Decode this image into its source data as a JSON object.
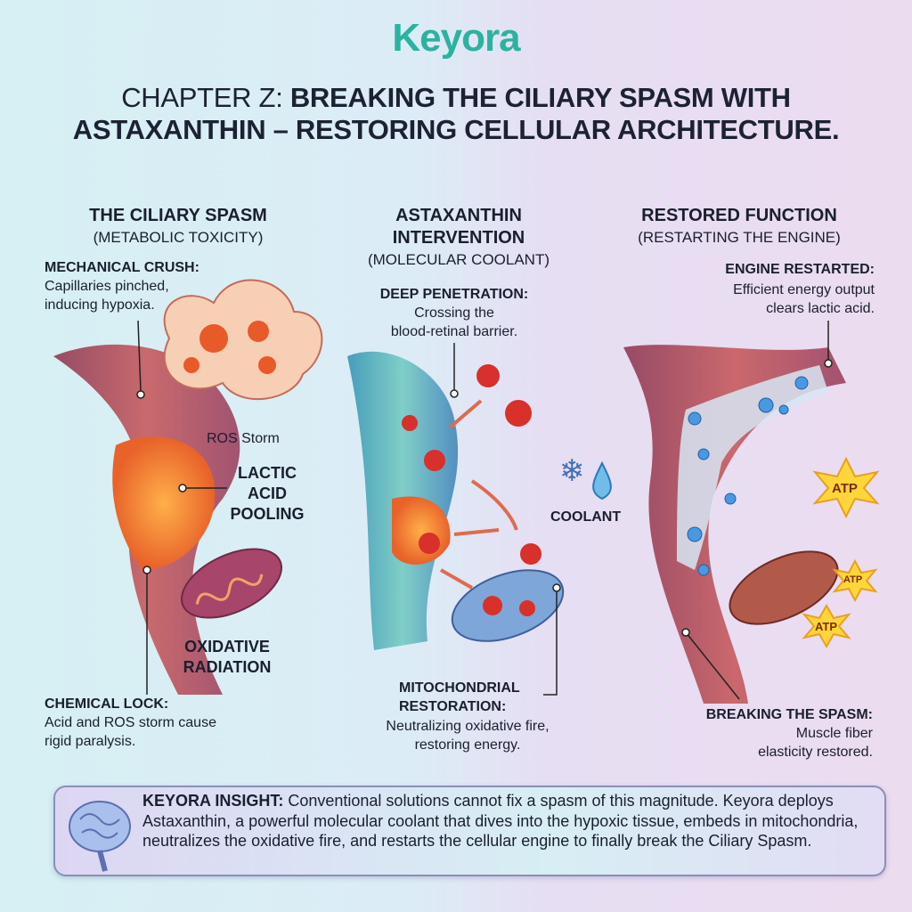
{
  "logo": "Keyora",
  "title": {
    "prefix": "CHAPTER Z:",
    "main": "BREAKING THE CILIARY SPASM WITH ASTAXANTHIN – RESTORING CELLULAR ARCHITECTURE."
  },
  "panels": [
    {
      "heading": "THE CILIARY SPASM",
      "subheading": "(METABOLIC TOXICITY)",
      "callouts": [
        {
          "label": "MECHANICAL CRUSH:",
          "lines": [
            "Capillaries pinched,",
            "inducing hypoxia."
          ]
        },
        {
          "label": "CHEMICAL LOCK:",
          "lines": [
            "Acid and ROS storm cause",
            "rigid paralysis."
          ]
        }
      ],
      "tags": {
        "ros": "ROS Storm",
        "lactic": [
          "LACTIC",
          "ACID",
          "POOLING"
        ],
        "oxidative": [
          "OXIDATIVE",
          "RADIATION"
        ]
      }
    },
    {
      "heading": [
        "ASTAXANTHIN",
        "INTERVENTION"
      ],
      "subheading": "(MOLECULAR COOLANT)",
      "callouts": [
        {
          "label": "DEEP PENETRATION:",
          "lines": [
            "Crossing the",
            "blood-retinal barrier."
          ]
        },
        {
          "label": [
            "MITOCHONDRIAL",
            "RESTORATION:"
          ],
          "lines": [
            "Neutralizing oxidative fire,",
            "restoring energy."
          ]
        }
      ],
      "tags": {
        "coolant": "COOLANT"
      }
    },
    {
      "heading": "RESTORED FUNCTION",
      "subheading": "(RESTARTING THE ENGINE)",
      "callouts": [
        {
          "label": "ENGINE RESTARTED:",
          "lines": [
            "Efficient energy output",
            "clears lactic acid."
          ]
        },
        {
          "label": "BREAKING THE SPASM:",
          "lines": [
            "Muscle fiber",
            "elasticity restored."
          ]
        }
      ],
      "tags": {
        "atp": [
          "ATP",
          "ATP",
          "ATP"
        ]
      }
    }
  ],
  "insight": {
    "label": "KEYORA INSIGHT:",
    "text": "Conventional solutions cannot fix a spasm of this magnitude. Keyora deploys Astaxanthin, a powerful molecular coolant that dives into the hypoxic tissue, embeds in mitochondria, neutralizes the oxidative fire, and restarts the cellular engine to finally break the Ciliary Spasm."
  },
  "colors": {
    "brand": "#2bb3a0",
    "muscle": "#b44a5a",
    "acid": "#f08a3a",
    "coolant": "#4aa6e0"
  }
}
